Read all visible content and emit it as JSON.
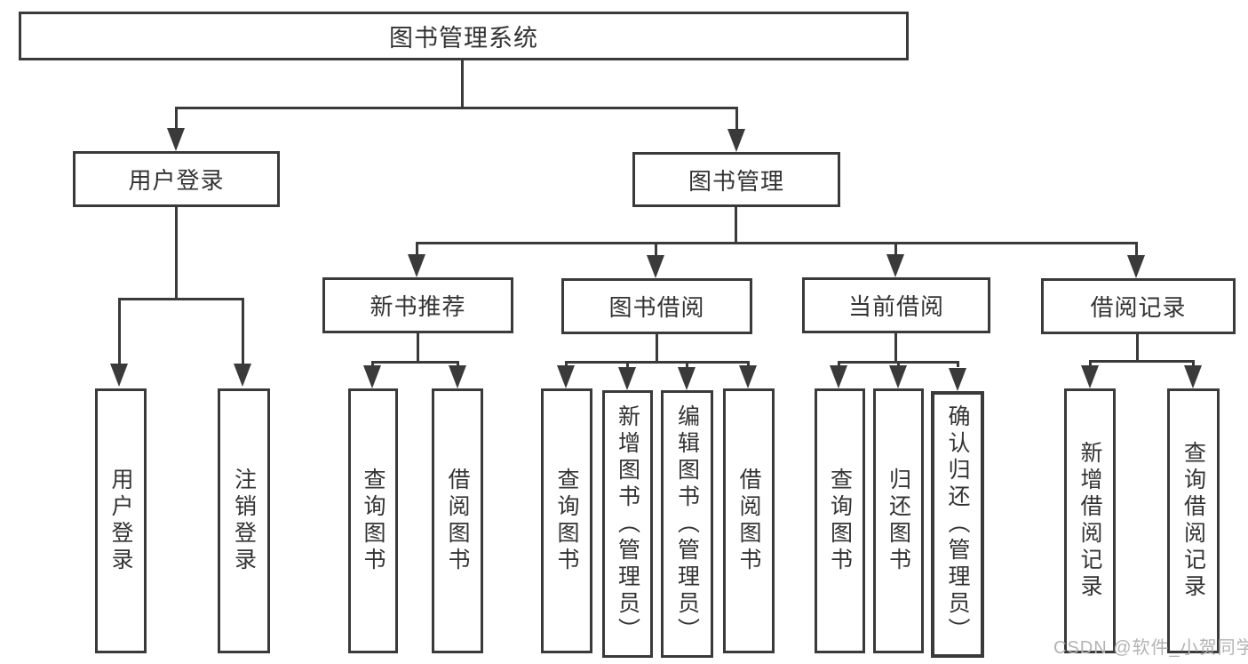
{
  "diagram": {
    "root": {
      "id": "book-management-system",
      "label": "图书管理系统"
    },
    "level2": [
      {
        "id": "user-login-group",
        "label": "用户登录"
      },
      {
        "id": "book-management",
        "label": "图书管理"
      }
    ],
    "level3": [
      {
        "id": "new-book-recommend",
        "label": "新书推荐",
        "parent": "book-management"
      },
      {
        "id": "book-borrowing",
        "label": "图书借阅",
        "parent": "book-management"
      },
      {
        "id": "current-borrowing",
        "label": "当前借阅",
        "parent": "book-management"
      },
      {
        "id": "borrowing-records",
        "label": "借阅记录",
        "parent": "book-management"
      }
    ],
    "leaves": [
      {
        "id": "user-login",
        "label": "用户登录",
        "parent": "user-login-group"
      },
      {
        "id": "logout",
        "label": "注销登录",
        "parent": "user-login-group"
      },
      {
        "id": "newbook-query-books",
        "label": "查询图书",
        "parent": "new-book-recommend"
      },
      {
        "id": "newbook-borrow-books",
        "label": "借阅图书",
        "parent": "new-book-recommend"
      },
      {
        "id": "borrowing-query-books",
        "label": "查询图书",
        "parent": "book-borrowing"
      },
      {
        "id": "borrowing-add-books-admin",
        "label": "新增图书（管理员）",
        "parent": "book-borrowing"
      },
      {
        "id": "borrowing-edit-books-admin",
        "label": "编辑图书（管理员）",
        "parent": "book-borrowing"
      },
      {
        "id": "borrowing-borrow-books",
        "label": "借阅图书",
        "parent": "book-borrowing"
      },
      {
        "id": "current-query-books",
        "label": "查询图书",
        "parent": "current-borrowing"
      },
      {
        "id": "current-return-books",
        "label": "归还图书",
        "parent": "current-borrowing"
      },
      {
        "id": "current-confirm-return-admin",
        "label": "确认归还（管理员）",
        "parent": "current-borrowing"
      },
      {
        "id": "records-add-record",
        "label": "新增借阅记录",
        "parent": "borrowing-records"
      },
      {
        "id": "records-query-record",
        "label": "查询借阅记录",
        "parent": "borrowing-records"
      }
    ]
  },
  "watermark": {
    "text": "CSDN @软件_小贺同学"
  },
  "colors": {
    "line": "#3a3a3a",
    "text": "#333333",
    "watermark": "#b3b3b3",
    "background": "#ffffff"
  }
}
